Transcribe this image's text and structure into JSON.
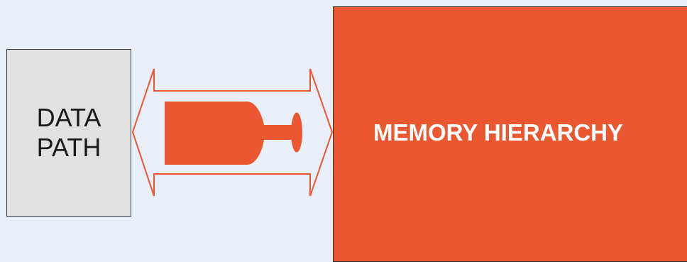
{
  "diagram": {
    "datapath_block": {
      "lines": [
        "DATA",
        "PATH"
      ]
    },
    "memory_block": {
      "label": "MEMORY HIERARCHY"
    },
    "colors": {
      "background": "#e8eff8",
      "datapath_fill": "#e2e2e2",
      "accent": "#ea5730",
      "arrow_outline": "#ea5730",
      "box_border": "#3a3a3a"
    },
    "icons": {
      "bottleneck": "bottle-icon",
      "connector": "double-headed-arrow-icon"
    }
  }
}
